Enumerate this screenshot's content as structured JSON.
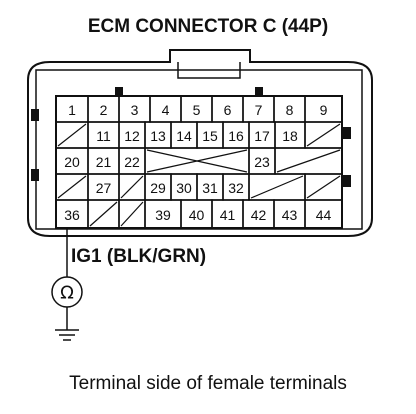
{
  "title": "ECM CONNECTOR C (44P)",
  "wire_label": "IG1 (BLK/GRN)",
  "caption": "Terminal side of female terminals",
  "meter_symbol": "Ω",
  "meter_icon": "ohmmeter-icon",
  "ground_icon": "ground-icon",
  "rows": [
    {
      "row": 1,
      "cells": [
        "1",
        "2",
        "3",
        "4",
        "5",
        "6",
        "7",
        "8",
        "9"
      ]
    },
    {
      "row": 2,
      "cells": [
        "",
        "11",
        "12",
        "13",
        "14",
        "15",
        "16",
        "17",
        "18",
        ""
      ]
    },
    {
      "row": 3,
      "cells": [
        "20",
        "21",
        "22",
        "",
        "23",
        ""
      ]
    },
    {
      "row": 4,
      "cells": [
        "",
        "27",
        "",
        "29",
        "30",
        "31",
        "32",
        "",
        ""
      ]
    },
    {
      "row": 5,
      "cells": [
        "36",
        "",
        "",
        "39",
        "40",
        "41",
        "42",
        "43",
        "44"
      ]
    }
  ],
  "colors": {
    "line": "#111111",
    "background": "#ffffff"
  }
}
